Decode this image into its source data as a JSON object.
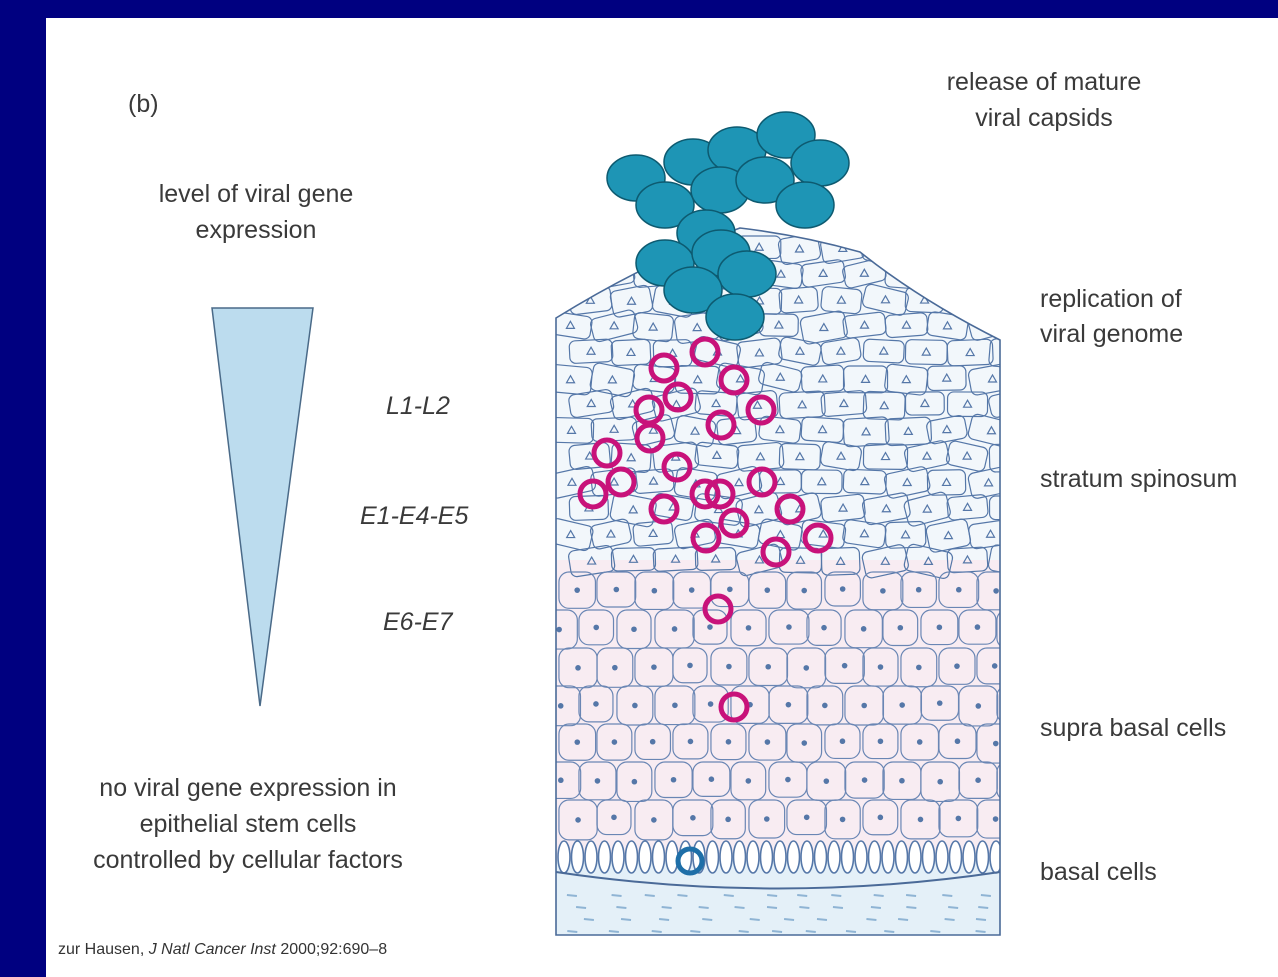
{
  "panel_label": "(b)",
  "left": {
    "title_line1": "level of viral gene",
    "title_line2": "expression",
    "gene_labels": [
      "L1-L2",
      "E1-E4-E5",
      "E6-E7"
    ],
    "stem_note_line1": "no viral gene expression in",
    "stem_note_line2": "epithelial stem cells",
    "stem_note_line3": "controlled by cellular factors"
  },
  "right_labels": {
    "release_line1": "release of mature",
    "release_line2": "viral capsids",
    "replication_line1": "replication of",
    "replication_line2": "viral genome",
    "spinosum": "stratum spinosum",
    "suprabasal": "supra basal cells",
    "basal": "basal cells"
  },
  "citation": {
    "authors": "zur Hausen,",
    "journal": "J Natl Cancer Inst",
    "ref": "2000;92:690–8"
  },
  "colors": {
    "background": "#000080",
    "capsid": "#1e95b5",
    "infected_cell_ring": "#c8127a",
    "stem_cell_ring": "#1e6fa8",
    "wedge": "#bcdcee",
    "upper_tissue": "#f2f7fb",
    "lower_tissue": "#f8ecf2",
    "cell_outline": "#5577a8"
  }
}
